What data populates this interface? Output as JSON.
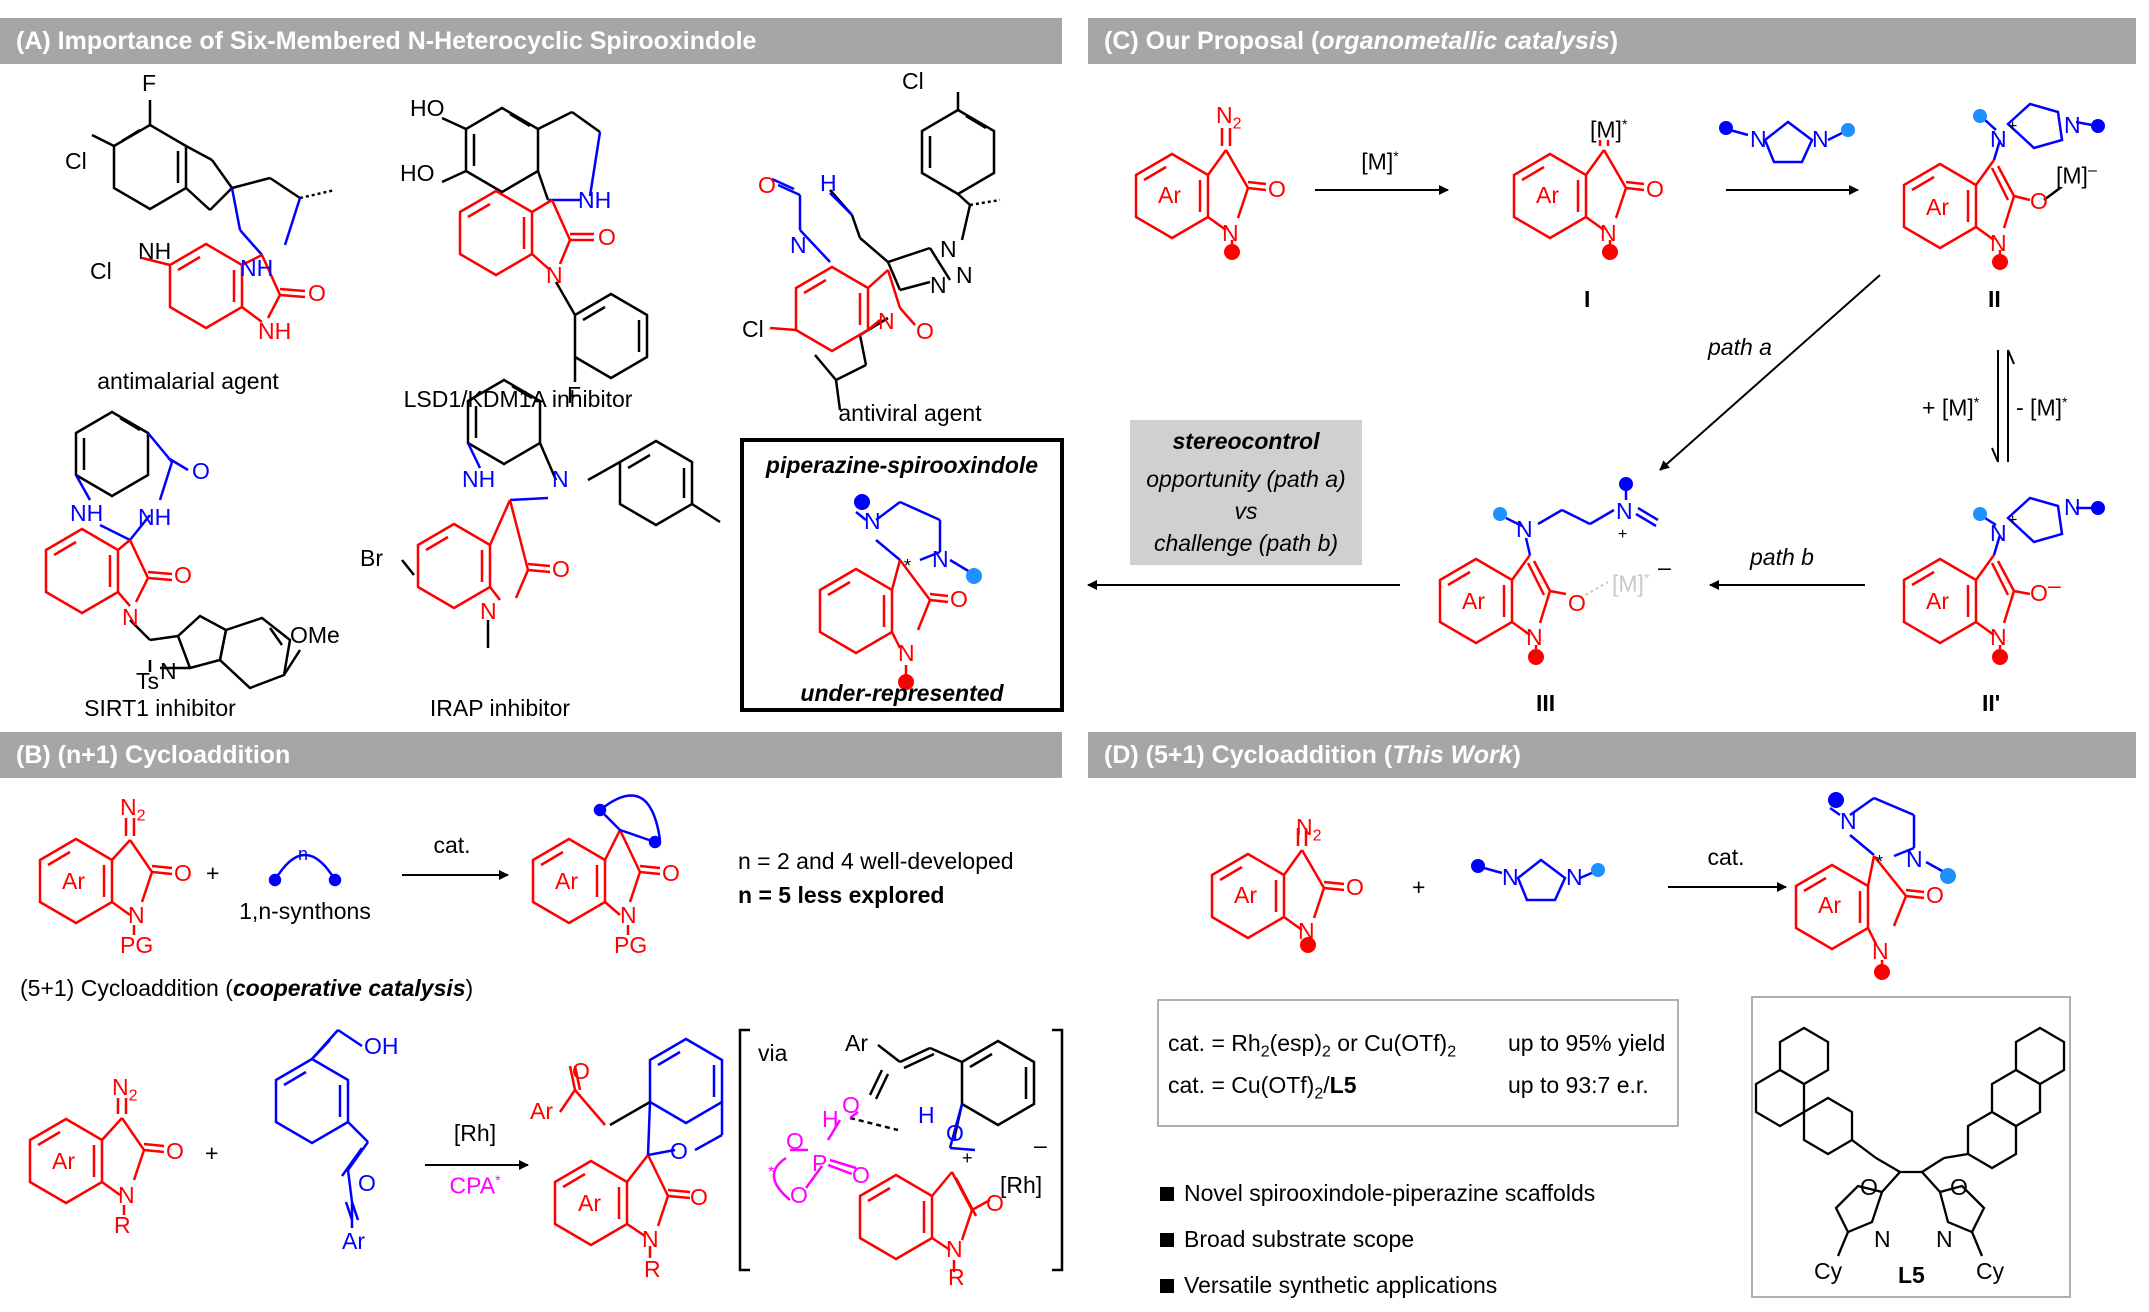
{
  "panels": {
    "A": "(A) Importance of Six-Membered N-Heterocyclic Spirooxindole",
    "B": "(B) (n+1) Cycloaddition",
    "C_prefix": "(C) Our Proposal (",
    "C_em": "organometallic catalysis",
    "C_suffix": ")",
    "D_prefix": "(D) (5+1) Cycloaddition (",
    "D_em": "This Work",
    "D_suffix": ")"
  },
  "panel_a": {
    "cpd1": "antimalarial agent",
    "cpd2": "LSD1/KDM1A inhibitor",
    "cpd3": "antiviral agent",
    "cpd4": "SIRT1 inhibitor",
    "cpd5": "IRAP inhibitor",
    "box_title": "piperazine-spirooxindole",
    "box_footer": "under-represented",
    "atoms": {
      "F": "F",
      "Cl": "Cl",
      "HO": "HO",
      "NH": "NH",
      "O": "O",
      "N": "N",
      "H": "H",
      "OMe": "OMe",
      "Ts": "Ts",
      "Br": "Br",
      "star": "*"
    }
  },
  "panel_b": {
    "synthon": "1,n-synthons",
    "n": "n",
    "cat": "cat.",
    "line1": "n = 2 and 4   well-developed",
    "line2": "n = 5   less explored",
    "coop_prefix": "(5+1) Cycloaddition (",
    "coop_em": "cooperative catalysis",
    "coop_suffix": ")",
    "rh": "[Rh]",
    "cpa": "CPA",
    "via": "via",
    "atoms": {
      "N2": "N",
      "two": "2",
      "Ar": "Ar",
      "PG": "PG",
      "R": "R",
      "OH": "OH",
      "plus": "+",
      "minus": "–",
      "Rh": "[Rh]",
      "P": "P",
      "H": "H",
      "star": "*"
    }
  },
  "panel_c": {
    "M": "[M]",
    "path_a": "path a",
    "path_b": "path b",
    "plusM": "+ [M]",
    "minusM": "- [M]",
    "stereo_title": "stereocontrol",
    "stereo_l1": "opportunity (path a)",
    "stereo_l2": "vs",
    "stereo_l3": "challenge (path b)",
    "labels": [
      "I",
      "II",
      "II'",
      "III"
    ]
  },
  "panel_d": {
    "cat": "cat.",
    "plus": "+",
    "row1_a": "cat. =  Rh",
    "row1_b": "(esp)",
    "row1_c": "  or  Cu(OTf)",
    "row1_yield": "up to 95% yield",
    "row2_a": "cat. =  Cu(OTf)",
    "row2_b": "/",
    "row2_c": "L5",
    "row2_er": "up to 93:7 e.r.",
    "bullets": [
      "Novel spirooxindole-piperazine scaffolds",
      "Broad substrate scope",
      "Versatile synthetic applications"
    ],
    "ligand": "L5",
    "cy": "Cy"
  },
  "colors": {
    "red": "#ff0000",
    "blue": "#0000ff",
    "lightblue": "#1e90ff",
    "magenta": "#ff00ff",
    "gray": "#a6a6a6"
  }
}
